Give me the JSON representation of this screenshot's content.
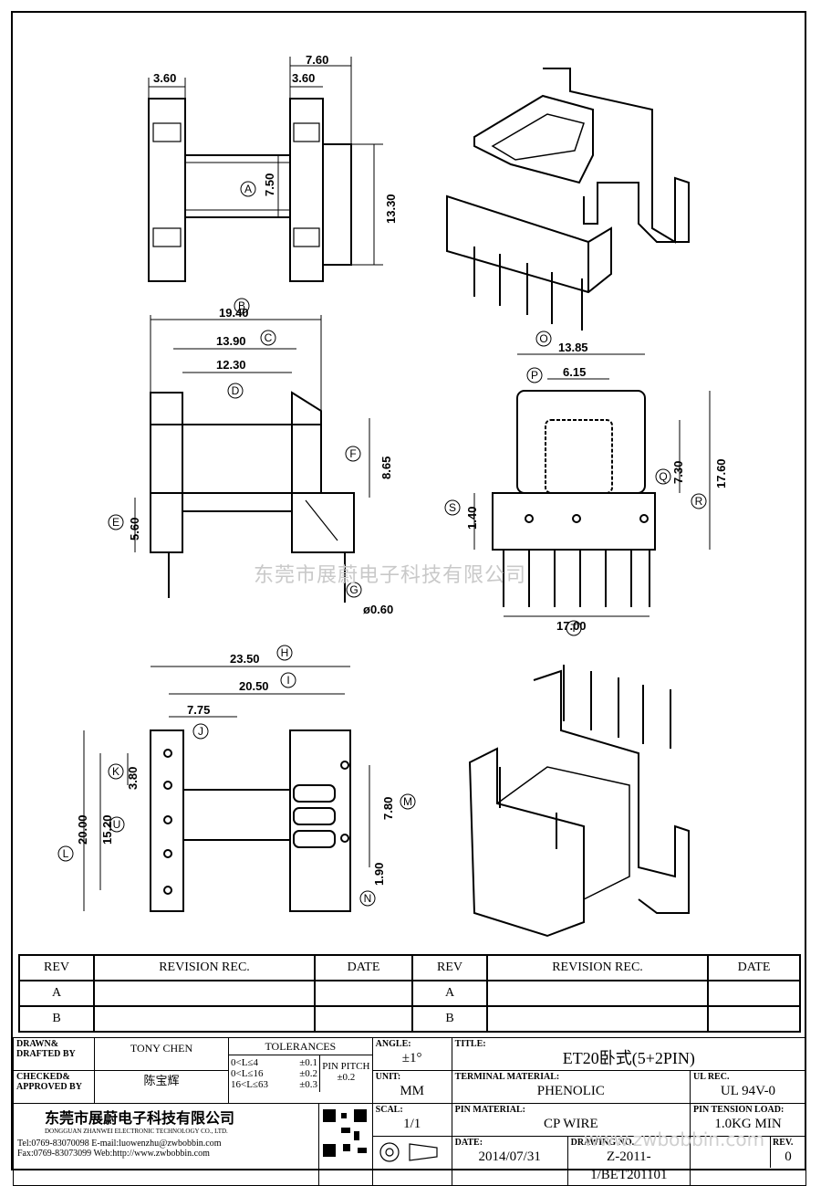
{
  "dims": {
    "top_left": [
      "3.60",
      "7.60",
      "3.60",
      "7.50",
      "13.30"
    ],
    "mid_left": [
      "19.40",
      "13.90",
      "12.30",
      "8.65",
      "5.60",
      "ø0.60"
    ],
    "mid_right": [
      "13.85",
      "6.15",
      "7.30",
      "17.60",
      "1.40",
      "17.00"
    ],
    "bottom_left": [
      "23.50",
      "20.50",
      "7.75",
      "3.80",
      "20.00",
      "15.20",
      "7.80",
      "1.90"
    ]
  },
  "callouts": {
    "A": "A",
    "B": "B",
    "C": "C",
    "D": "D",
    "E": "E",
    "F": "F",
    "G": "G",
    "O": "O",
    "P": "P",
    "Q": "Q",
    "R": "R",
    "S": "S",
    "T": "T",
    "H": "H",
    "I": "I",
    "J": "J",
    "K": "K",
    "L": "L",
    "M": "M",
    "N": "N",
    "U": "U"
  },
  "watermark": "东莞市展蔚电子科技有限公司",
  "watermark2": "www.zwbobbin.com",
  "revision_table": {
    "headers": [
      "REV",
      "REVISION REC.",
      "DATE",
      "REV",
      "REVISION REC.",
      "DATE"
    ],
    "rows": [
      [
        "A",
        "",
        "",
        "A",
        "",
        ""
      ],
      [
        "B",
        "",
        "",
        "B",
        "",
        ""
      ]
    ]
  },
  "title_block": {
    "drawn_label": "DRAWN&\nDRAFTED BY",
    "drawn_value": "TONY CHEN",
    "checked_label": "CHECKED&\nAPPROVED BY",
    "checked_value": "陈宝辉",
    "tolerances_label": "TOLERANCES",
    "tol_rows": [
      [
        "0<L≤4",
        "±0.1"
      ],
      [
        "0<L≤16",
        "±0.2"
      ],
      [
        "16<L≤63",
        "±0.3"
      ]
    ],
    "pin_pitch_label": "PIN PITCH",
    "pin_pitch_value": "±0.2",
    "angle_label": "ANGLE:",
    "angle_value": "±1°",
    "unit_label": "UNIT:",
    "unit_value": "MM",
    "scale_label": "SCAL:",
    "scale_value": "1/1",
    "title_label": "TITLE:",
    "title_value": "ET20卧式(5+2PIN)",
    "terminal_label": "TERMINAL MATERIAL:",
    "terminal_value": "PHENOLIC",
    "ul_label": "UL REC.",
    "ul_value": "UL 94V-0",
    "pin_mat_label": "PIN MATERIAL:",
    "pin_mat_value": "CP WIRE",
    "tension_label": "PIN TENSION LOAD:",
    "tension_value": "1.0KG MIN",
    "date_label": "DATE:",
    "date_value": "2014/07/31",
    "drawing_label": "DRAWING NO.",
    "drawing_value": "Z-2011-1/BET201101",
    "rev_label": "REV.",
    "rev_value": "0",
    "company_cn": "东莞市展蔚电子科技有限公司",
    "company_en": "DONGGUAN ZHANWEI ELECTRONIC TECHNOLOGY CO., LTD.",
    "tel": "Tel:0769-83070098",
    "email": "E-mail:luowenzhu@zwbobbin.com",
    "fax": "Fax:0769-83073099",
    "web": "Web:http://www.zwbobbin.com"
  }
}
